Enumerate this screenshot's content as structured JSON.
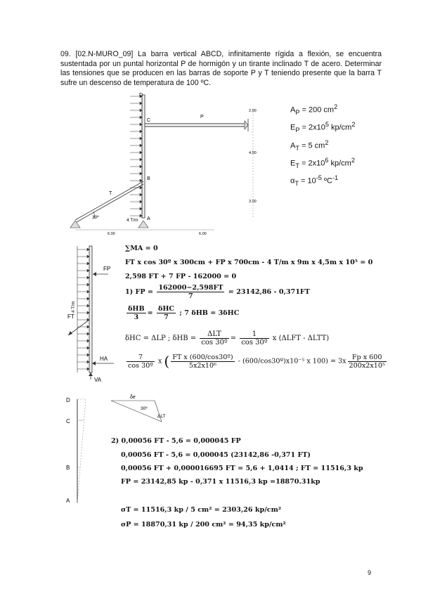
{
  "problem": {
    "text": "09. [02.N-MURO_09] La barra vertical ABCD, infinitamente rígida a flexión, se encuentra sustentada por un puntal horizontal P de hormigón y un tirante inclinado T de acero. Determinar las tensiones que se producen en las barras de soporte P y T teniendo presente que la barra T sufre un descenso de temperatura de 100 ºC."
  },
  "figure1": {
    "labels": {
      "D": "D",
      "C": "C",
      "B": "B",
      "A": "A",
      "P": "P",
      "T": "T",
      "angle": "30º",
      "load": "4 T/m"
    },
    "dims_vertical": [
      "2.00",
      "4.00",
      "3.00"
    ],
    "dims_horizontal": [
      "6.00",
      "6.00"
    ]
  },
  "params": {
    "ap": {
      "sym": "A",
      "sub": "P",
      "val": " = 200 cm",
      "sup": "2"
    },
    "ep": {
      "sym": "E",
      "sub": "P",
      "val": " = 2x10",
      "sup": "5",
      "unit": " kp/cm",
      "sup2": "2"
    },
    "at": {
      "sym": "A",
      "sub": "T",
      "val": " = 5 cm",
      "sup": "2"
    },
    "et": {
      "sym": "E",
      "sub": "T",
      "val": " = 2x10",
      "sup": "6",
      "unit": " kp/cm",
      "sup2": "2"
    },
    "alpha": {
      "sym": "α",
      "sub": "T",
      "val": " = 10",
      "sup": "-5",
      "unit": " ºC",
      "sup2": "-1"
    }
  },
  "figure2": {
    "labels": {
      "FP": "FP",
      "FT": "FT",
      "load": "4 T/m",
      "HA": "HA",
      "VA": "VA"
    }
  },
  "equations1": {
    "e1": "∑MA = 0",
    "e2": "FT x cos 30º x 300cm + FP x 700cm - 4 T/m x 9m x 4,5m x 10⁵ = 0",
    "e3": "2,598 FT + 7 FP - 162000 = 0",
    "e4_prefix": "1)  FP =",
    "e4_num": "162000−2,598FT",
    "e4_den": "7",
    "e4_suffix": "= 23142,86 - 0,371FT",
    "e5_n1": "δHB",
    "e5_d1": "3",
    "e5_n2": "δHC",
    "e5_d2": "7",
    "e5_suffix": "; 7 δHB = 3δHC",
    "e6_a": "δHC = ΔLP ;  δHB =",
    "e6_n1": "ΔLT",
    "e6_d1": "cos 30º",
    "e6_n2": "1",
    "e6_d2": "cos 30º",
    "e6_suffix": "x (ΔLFT - ΔLTT)",
    "e7_n1": "7",
    "e7_d1": "cos 30º",
    "e7_x": "x",
    "e7_n2": "FT x (600/cos30º)",
    "e7_d2": "5x2x10⁶",
    "e7_mid": "- (600/cos30º)x10⁻⁵ x 100)",
    "e7_eq": "= 3x",
    "e7_n3": "Fp x 600",
    "e7_d3": "200x2x10⁵"
  },
  "figure3": {
    "labels": {
      "D": "D",
      "C": "C",
      "B": "B",
      "A": "A",
      "de": "δe",
      "angle": "30º",
      "dlt": "ΔLT"
    }
  },
  "equations2": {
    "e1": "2)  0,00056 FT - 5,6 = 0,000045 FP",
    "e2": "0,00056 FT - 5,6 = 0,000045 (23142,86 -0,371 FT)",
    "e3": "0,00056 FT + 0,000016695 FT = 5,6 + 1,0414 ; FT = 11516,3 kp",
    "e4": "FP = 23142,85 kp - 0,371 x 11516,3 kp =18870.31kp",
    "e5": "σT = 11516,3 kp / 5 cm² = 2303,26 kp/cm²",
    "e6": "σP = 18870,31 kp / 200 cm² = 94,35 kp/cm²"
  },
  "page_number": "9"
}
